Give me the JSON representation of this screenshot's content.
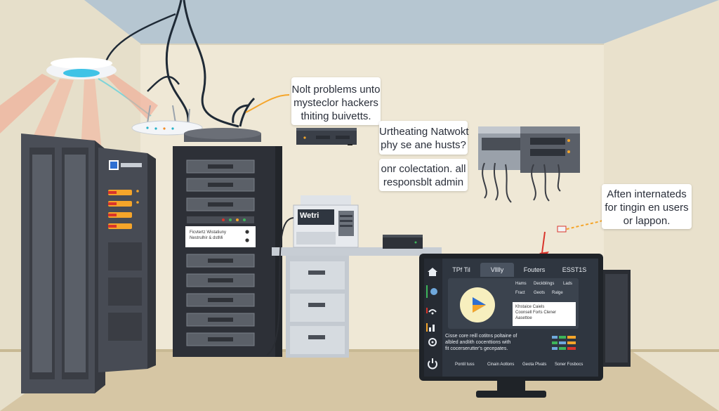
{
  "callouts": {
    "hackers": {
      "lines": [
        "Nolt problems unto",
        "mysteclor hackers",
        "thiting buivetts."
      ]
    },
    "network": {
      "lines": [
        "Urtheating Natwokt",
        "phy se ane husts?"
      ]
    },
    "admin": {
      "lines": [
        "onr colectation. all",
        "responsblt admin"
      ]
    },
    "users": {
      "lines": [
        "Aften internateds",
        "for tingin en users",
        "or lappon."
      ]
    }
  },
  "rack_panel": {
    "lines": [
      "Ficvtertz Wistatiuny",
      "Nestrulhir & dstMi"
    ]
  },
  "printer": {
    "label": "Wetri"
  },
  "monitor": {
    "tabs": [
      "TPf Til",
      "Vlllly",
      "Fouters",
      "ESST1S"
    ],
    "active_tab": 1,
    "menu": [
      "Hams",
      "Deckblings",
      "Lads",
      "Fract",
      "Geots",
      "Ralge"
    ],
    "info_lines": [
      "Khstaice Caiels",
      "Coonsell Forts Clener",
      "Aasettoe"
    ],
    "desc_lines": [
      "Cisse core reill cotitns poltaine of",
      "albled andIith cocenttions with",
      "fit cocerserutter's gecepates."
    ],
    "footer": [
      "Pontil tuss",
      "Cinain Aotlons",
      "Geota Plvats",
      "Soner Fosbocs"
    ]
  },
  "colors": {
    "wall": "#efe8d6",
    "ceiling": "#b6c6d1",
    "floor": "#d6c6a4",
    "rack": "#3a3d44",
    "accent_orange": "#f5a52a",
    "accent_red": "#d9342b",
    "screen_bg": "#2f3640"
  },
  "icons": [
    "ceiling-light-icon",
    "router-icon",
    "play-icon",
    "home-icon",
    "power-icon"
  ]
}
